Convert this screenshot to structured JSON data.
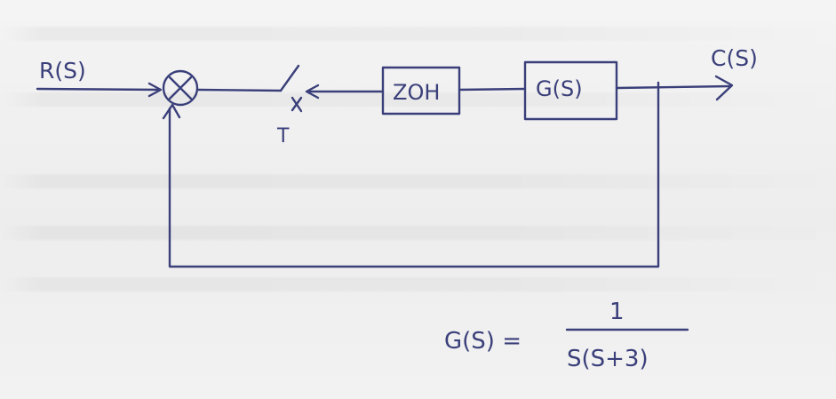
{
  "diagram": {
    "input_label": "R(S)",
    "output_label": "C(S)",
    "sampler_label": "T",
    "zoh_label": "ZOH",
    "plant_label": "G(S)",
    "equation": {
      "lhs": "G(S) =",
      "numerator": "1",
      "denominator": "S(S+3)"
    }
  },
  "colors": {
    "ink": "#3a3f7a",
    "paper": "#f1f1f1"
  }
}
